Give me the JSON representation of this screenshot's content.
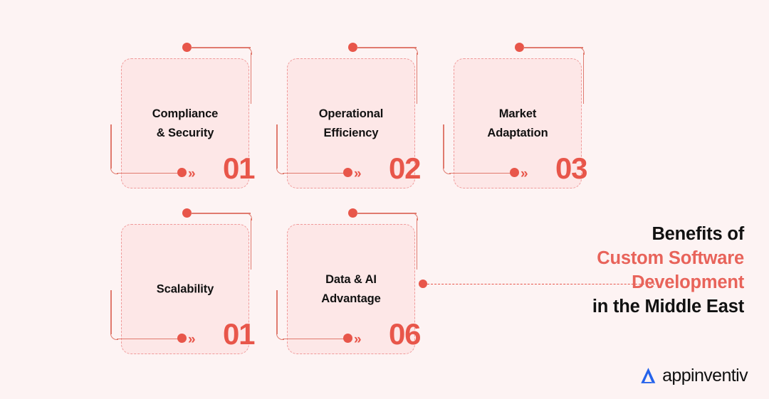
{
  "theme": {
    "background": "#fdf3f3",
    "card_fill": "#fde7e7",
    "card_border": "#f09a9a",
    "accent": "#e8564a",
    "accent_soft": "#e07a6e",
    "headline_accent": "#e8635a",
    "text_dark": "#111111",
    "logo_blue": "#2563eb"
  },
  "cards": [
    {
      "label_line1": "Compliance",
      "label_line2": "& Security",
      "number": "01"
    },
    {
      "label_line1": "Operational",
      "label_line2": "Efficiency",
      "number": "02"
    },
    {
      "label_line1": "Market",
      "label_line2": "Adaptation",
      "number": "03"
    },
    {
      "label_line1": "Scalability",
      "label_line2": "",
      "number": "01"
    },
    {
      "label_line1": "Data & AI",
      "label_line2": "Advantage",
      "number": "06"
    }
  ],
  "headline": {
    "line1": "Benefits of",
    "line2": "Custom Software",
    "line3": "Development",
    "line4": "in the Middle East"
  },
  "logo": {
    "name": "appinventiv",
    "mark": "appinventiv-a-mark"
  },
  "icons": {
    "chevron_double": "»"
  }
}
